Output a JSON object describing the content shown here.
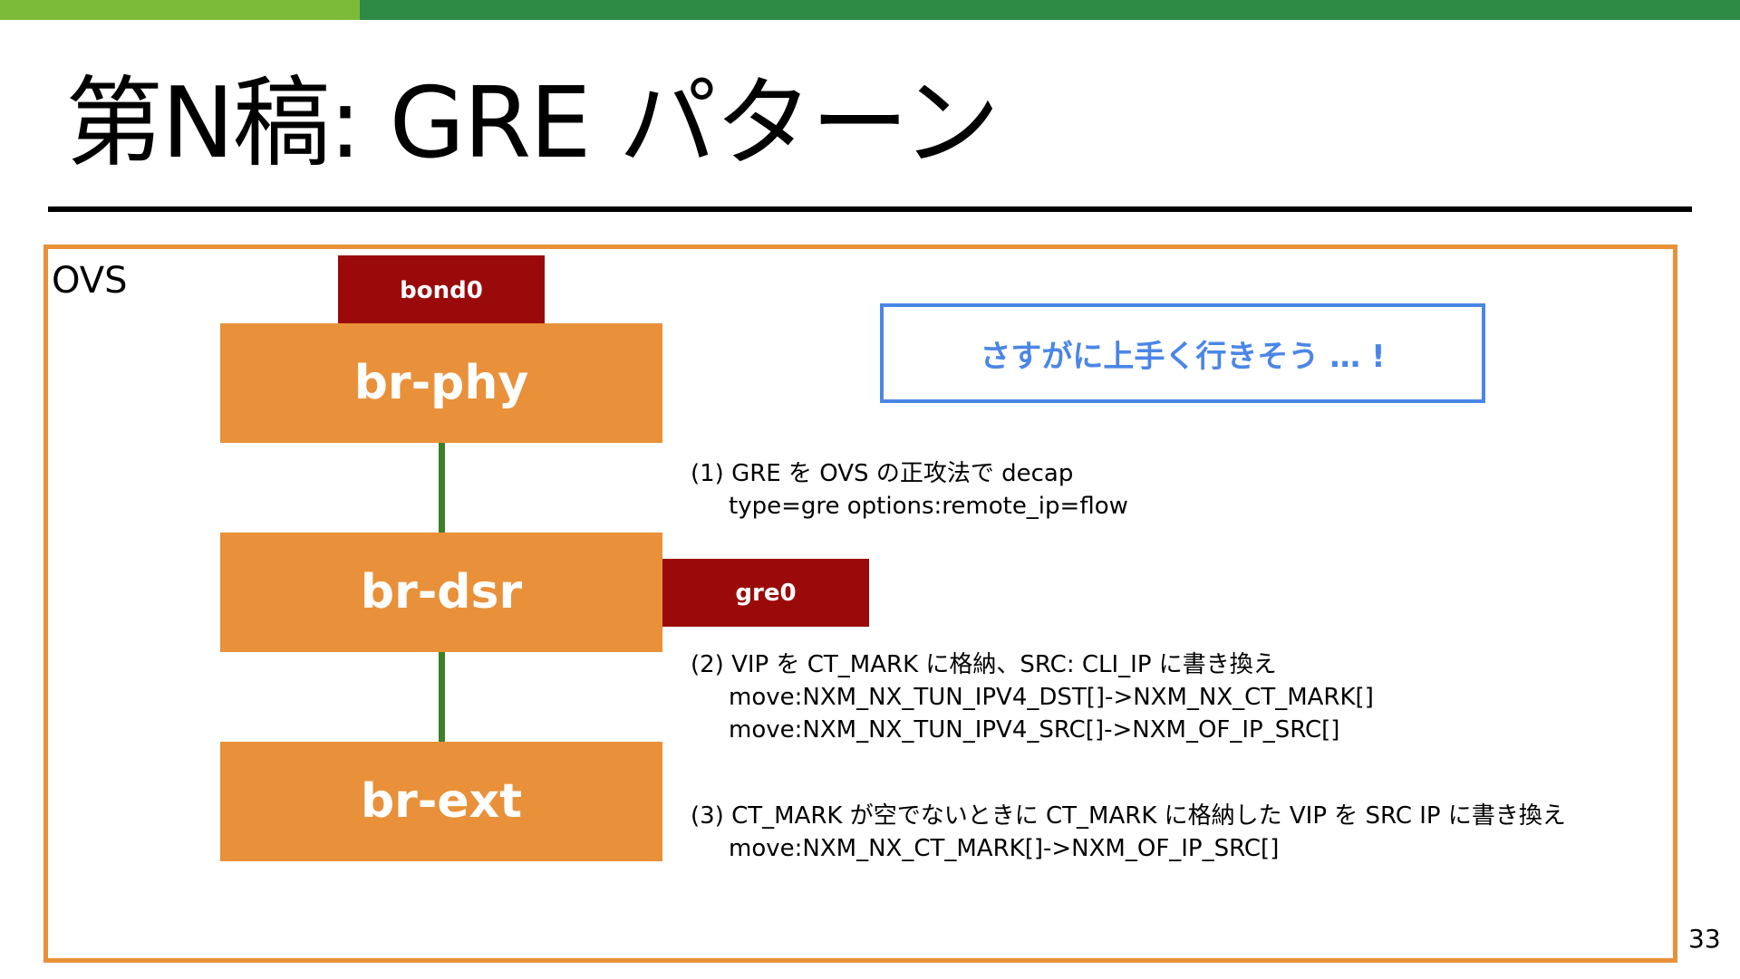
{
  "colors": {
    "top_bar_light": "#7cba3a",
    "top_bar_dark": "#2e8b45",
    "bridge_fill": "#e8913a",
    "port_fill": "#9b0a0a",
    "link_color": "#3f7f2a",
    "callout_text": "#4a86e8"
  },
  "slide": {
    "title": "第N稿: GRE パターン",
    "page_number": "33"
  },
  "diagram": {
    "container_label": "OVS",
    "ports": {
      "bond0": "bond0",
      "gre0": "gre0"
    },
    "bridges": {
      "phy": "br-phy",
      "dsr": "br-dsr",
      "ext": "br-ext"
    },
    "callout": "さすがに上手く行きそう … !",
    "notes": [
      {
        "heading": "(1) GRE を OVS の正攻法で decap",
        "lines": [
          "type=gre options:remote_ip=flow"
        ]
      },
      {
        "heading": "(2) VIP を CT_MARK に格納、SRC: CLI_IP に書き換え",
        "lines": [
          "move:NXM_NX_TUN_IPV4_DST[]->NXM_NX_CT_MARK[]",
          "move:NXM_NX_TUN_IPV4_SRC[]->NXM_OF_IP_SRC[]"
        ]
      },
      {
        "heading": "(3) CT_MARK が空でないときに CT_MARK に格納した VIP を SRC IP に書き換え",
        "lines": [
          "move:NXM_NX_CT_MARK[]->NXM_OF_IP_SRC[]"
        ]
      }
    ]
  }
}
